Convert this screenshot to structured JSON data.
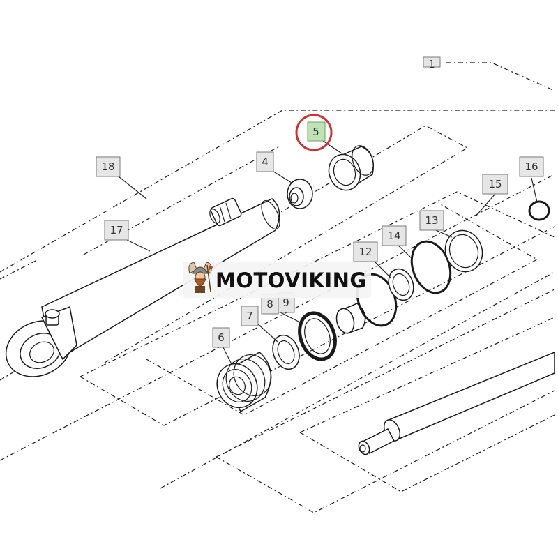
{
  "callouts": {
    "c1": "1",
    "c4": "4",
    "c5": "5",
    "c6": "6",
    "c7": "7",
    "c8": "8",
    "c9": "9",
    "c12": "12",
    "c13": "13",
    "c14": "14",
    "c15": "15",
    "c16": "16",
    "c17": "17",
    "c18": "18"
  },
  "highlight": {
    "callout": "5",
    "color": "#d32f2f",
    "box_color": "#bfe3b4"
  },
  "watermark": {
    "text": "MOTOVIKING",
    "logo": "viking-mascot-icon"
  }
}
